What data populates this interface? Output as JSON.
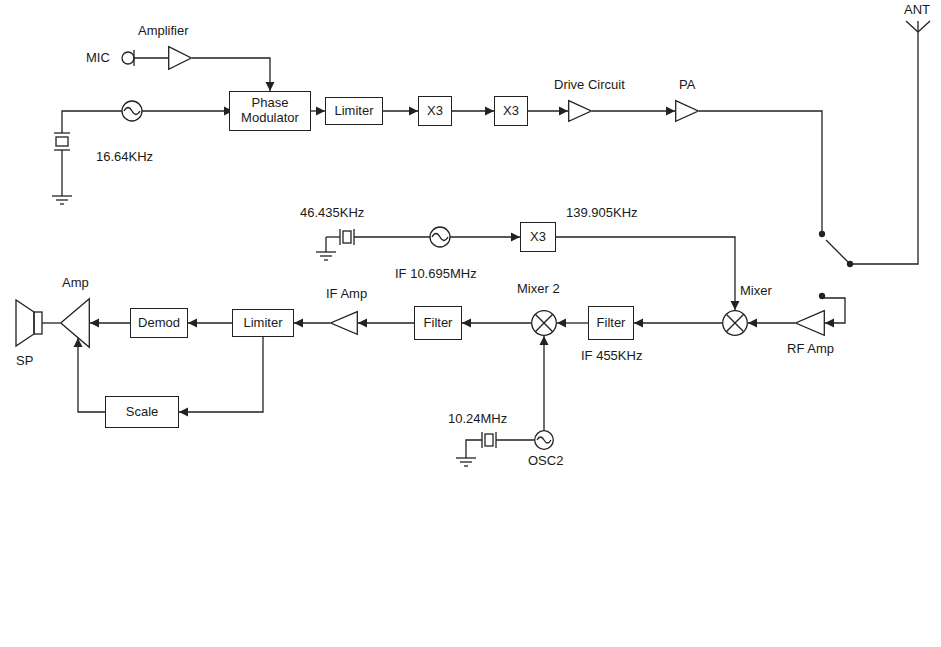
{
  "diagram": {
    "nodes": [
      {
        "text": [
          "Amplifier"
        ]
      },
      {
        "text": [
          "Phase Modulator"
        ]
      },
      {
        "text": [
          "Limiter"
        ]
      },
      {
        "text": [
          "X3"
        ]
      },
      {
        "text": [
          "X3"
        ]
      },
      {
        "text": [
          "Drive Circuit"
        ]
      },
      {
        "text": [
          "PA"
        ]
      },
      {
        "text": [
          "X3"
        ]
      },
      {
        "text": [
          "IF 10.695MHz",
          "Filter"
        ]
      },
      {
        "text": [
          "Mixer 2"
        ]
      },
      {
        "text": [
          "Mixer"
        ]
      },
      {
        "text": [
          "Filter",
          "IF 455KHz"
        ]
      },
      {
        "text": [
          "RF Amp"
        ]
      },
      {
        "text": [
          "IF Amp"
        ]
      },
      {
        "text": [
          "Limiter"
        ]
      },
      {
        "text": [
          "Demod"
        ]
      },
      {
        "text": [
          "Amp"
        ]
      },
      {
        "text": [
          "Scale"
        ]
      },
      {
        "text": [
          "OSC2"
        ]
      }
    ],
    "edges": [
      {
        "from": 0,
        "to": 1,
        "arrow": "to"
      },
      {
        "from": 1,
        "to": 2,
        "arrow": "to"
      },
      {
        "from": 2,
        "to": 3,
        "arrow": "to"
      },
      {
        "from": 3,
        "to": 4,
        "arrow": "to"
      },
      {
        "from": 4,
        "to": 5,
        "arrow": "to"
      },
      {
        "from": 5,
        "to": 6,
        "arrow": "to"
      },
      {
        "from": 7,
        "to": 10,
        "arrow": "to"
      },
      {
        "from": 12,
        "to": 10,
        "arrow": "to"
      },
      {
        "from": 10,
        "to": 11,
        "arrow": "to"
      },
      {
        "from": 11,
        "to": 9,
        "arrow": "to"
      },
      {
        "from": 18,
        "to": 9,
        "arrow": "to"
      },
      {
        "from": 9,
        "to": 8,
        "arrow": "to"
      },
      {
        "from": 8,
        "to": 13,
        "arrow": "to"
      },
      {
        "from": 13,
        "to": 14,
        "arrow": "to"
      },
      {
        "from": 14,
        "to": 15,
        "arrow": "to"
      },
      {
        "from": 15,
        "to": 16,
        "arrow": "to"
      },
      {
        "from": 14,
        "to": 17,
        "arrow": "to"
      },
      {
        "from": 17,
        "to": 16,
        "arrow": "to"
      }
    ],
    "labels": [
      "MIC",
      "16.64KHz",
      "46.435KHz",
      "139.905KHz",
      "10.24MHz",
      "ANT",
      "SP"
    ]
  }
}
